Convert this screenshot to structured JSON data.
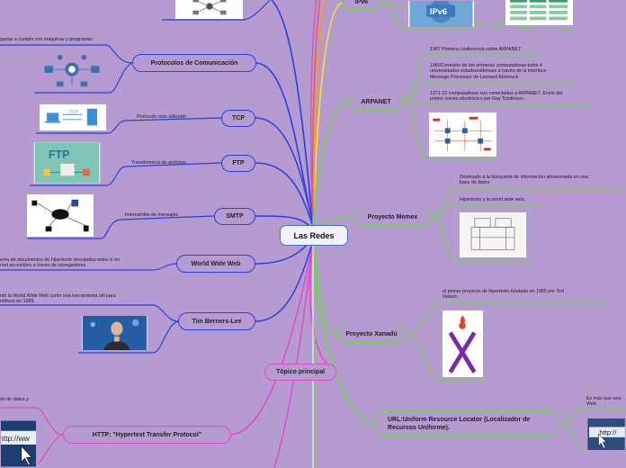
{
  "central": "Las Redes",
  "nodes": {
    "ipv6": "IPv6",
    "arpanet": "ARPANET",
    "memex": "Proyecto Memex",
    "xanadu": "Proyecto Xanadú",
    "url": "URL:Uniform Resource Locator (Localizador de Recursos Uniforme).",
    "protocolos": "Protocolos de Comunicación",
    "tcp": "TCP",
    "ftp": "FTP",
    "smtp": "SMTP",
    "www": "World Wide Web",
    "tim": "Tim Berners-Lee",
    "topico": "Tópico principal",
    "http": "HTTP: \"Hypertext Transfer Protocol\""
  },
  "notes": {
    "protocolos": "gadas a cumplir con maquinas y programas",
    "tcp": "Protocolo más utilizado",
    "ftp": "Transferencia de archivos",
    "smtp": "Intercambio de mensajes",
    "www_1": "ema de documentos de hipertexto vinculados entre sí en",
    "www_2": "rnet accesibles a través de navegadores.",
    "tim_1": "ntó la World Wide Web como una herramienta útil para",
    "tim_2": "ntíficos en 1989.",
    "http": "ón de datos y",
    "arpanet_1": "1967 Primera conferencia sobre ARPANET",
    "arpanet_2a": "1969Conexión de las primeras computadoras entre 4",
    "arpanet_2b": "universidades estadounidenses a través de la Interface",
    "arpanet_2c": "Message Processor de Leonard Kleinrock",
    "arpanet_3a": "1971 23 computadoras son conectadas a ARPANET. Envío del",
    "arpanet_3b": "primer correo electrónico por Ray Tomlinson.",
    "memex_1a": "Destinado a la búsqueda de información almacenada en una",
    "memex_1b": "base de datos",
    "memex_2": "Hipertexto y la world wide web.",
    "xanadu_1a": "el primer proyecto de hipertexto fundado en 1960 por Ted",
    "xanadu_1b": "Nelson.",
    "url_1a": "Es más que una",
    "url_1b": "Web",
    "img_ipv6": "IPv6",
    "img_ftp": "FTP",
    "img_url": "http://",
    "img_http": "http://ww",
    "img_tcp": "TCP"
  },
  "colors": {
    "background": "#b59bd0",
    "blue": "#2a3fe0",
    "green": "#6ed64a",
    "pink": "#e04ac8",
    "orange": "#f59a2a",
    "yellow": "#f2e23a"
  }
}
